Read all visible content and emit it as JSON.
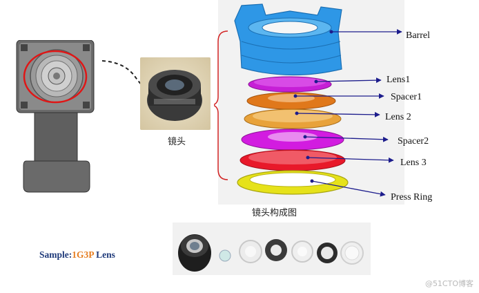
{
  "captions": {
    "lens": "镜头",
    "exploded_view": "镜头构成图"
  },
  "components": [
    {
      "label": "Barrel",
      "color": "#2e97e6"
    },
    {
      "label": "Lens1",
      "color": "#c61fd6"
    },
    {
      "label": "Spacer1",
      "color": "#e0781b"
    },
    {
      "label": "Lens 2",
      "color": "#e8a23a"
    },
    {
      "label": "Spacer2",
      "color": "#d21ce0"
    },
    {
      "label": "Lens 3",
      "color": "#e8192a"
    },
    {
      "label": "Press Ring",
      "color": "#e6e21a"
    }
  ],
  "sample": {
    "prefix": "Sample:",
    "code": "1G3P",
    "suffix": "Lens"
  },
  "watermark": "@51CTO博客",
  "colors": {
    "arrow": "#1c1c8c",
    "highlight_circle": "#e01616",
    "brace": "#d22222"
  }
}
